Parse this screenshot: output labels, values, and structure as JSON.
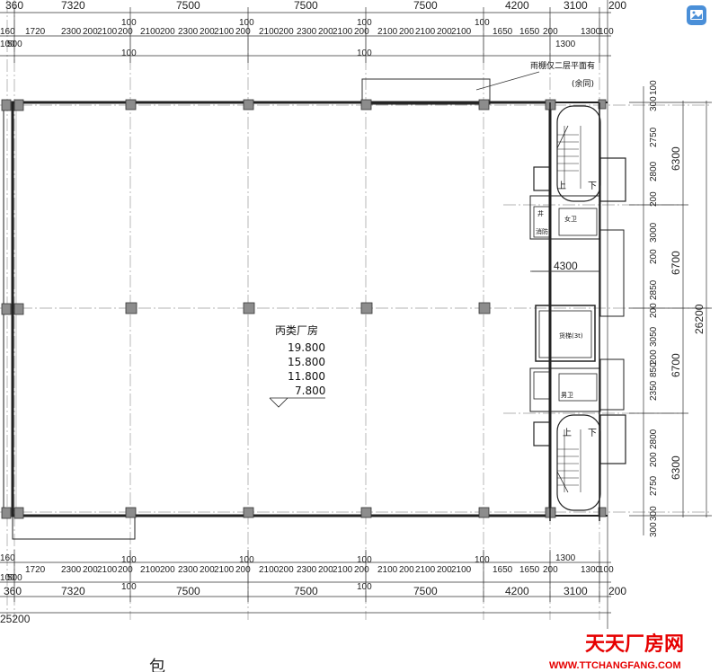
{
  "top_dims": {
    "main": [
      "360",
      "7320",
      "7500",
      "7500",
      "7500",
      "4200",
      "3100",
      "200"
    ],
    "sub": [
      "1720",
      "2300",
      "200",
      "2100",
      "200",
      "2100",
      "200",
      "2300",
      "200",
      "2100",
      "200",
      "2100",
      "200",
      "2300",
      "200",
      "2100",
      "200",
      "2100",
      "200",
      "2100",
      "200",
      "2100",
      "1650",
      "1650",
      "200",
      "1300",
      "100"
    ],
    "left_sub": [
      "160",
      "100",
      "500"
    ],
    "col_small": [
      "100",
      "100",
      "100",
      "100",
      "100",
      "100"
    ],
    "extra": [
      "1300"
    ]
  },
  "bottom_dims": {
    "main": [
      "360",
      "7320",
      "7500",
      "7500",
      "7500",
      "4200",
      "3100",
      "200"
    ],
    "sub": [
      "1720",
      "2300",
      "200",
      "2100",
      "200",
      "2100",
      "200",
      "2300",
      "200",
      "2100",
      "200",
      "2100",
      "200",
      "2300",
      "200",
      "2100",
      "200",
      "2100",
      "200",
      "2100",
      "200",
      "2100",
      "1650",
      "1650",
      "200",
      "1300",
      "100"
    ],
    "left_sub": [
      "160",
      "100",
      "500"
    ],
    "col_small": [
      "100",
      "100",
      "100",
      "100",
      "100",
      "100"
    ],
    "total": "25200",
    "extra": [
      "1300"
    ]
  },
  "right_dims": {
    "inner": [
      "100",
      "300",
      "2750",
      "2800",
      "200",
      "3000",
      "200",
      "2850",
      "200",
      "3050",
      "200",
      "850",
      "2350",
      "2800",
      "200",
      "2750",
      "300",
      "300"
    ],
    "bays": [
      "6300",
      "6700",
      "6700",
      "6300"
    ],
    "total": "26200"
  },
  "labels": {
    "canopy_note_line1": "雨棚仅二层平面有",
    "canopy_note_line2": "(余同)",
    "room_name": "丙类厂房",
    "elev_1": "19.800",
    "elev_2": "15.800",
    "elev_3": "11.800",
    "elev_4": "7.800",
    "stair_up_top": "上",
    "stair_down_top": "下",
    "stair_up_bottom": "上",
    "stair_down_bottom": "下",
    "core_width": "4300",
    "wc_top": "女卫",
    "wc_bottom": "男卫",
    "elevator": "货梯(3t)",
    "shaft_a": "井",
    "shaft_b": "消防",
    "partial_char": "包"
  },
  "watermark": {
    "title": "天天厂房网",
    "url": "WWW.TTCHANGFANG.COM",
    "color": "#e60000"
  },
  "icons": {
    "toolbar": "image-tool-icon"
  }
}
